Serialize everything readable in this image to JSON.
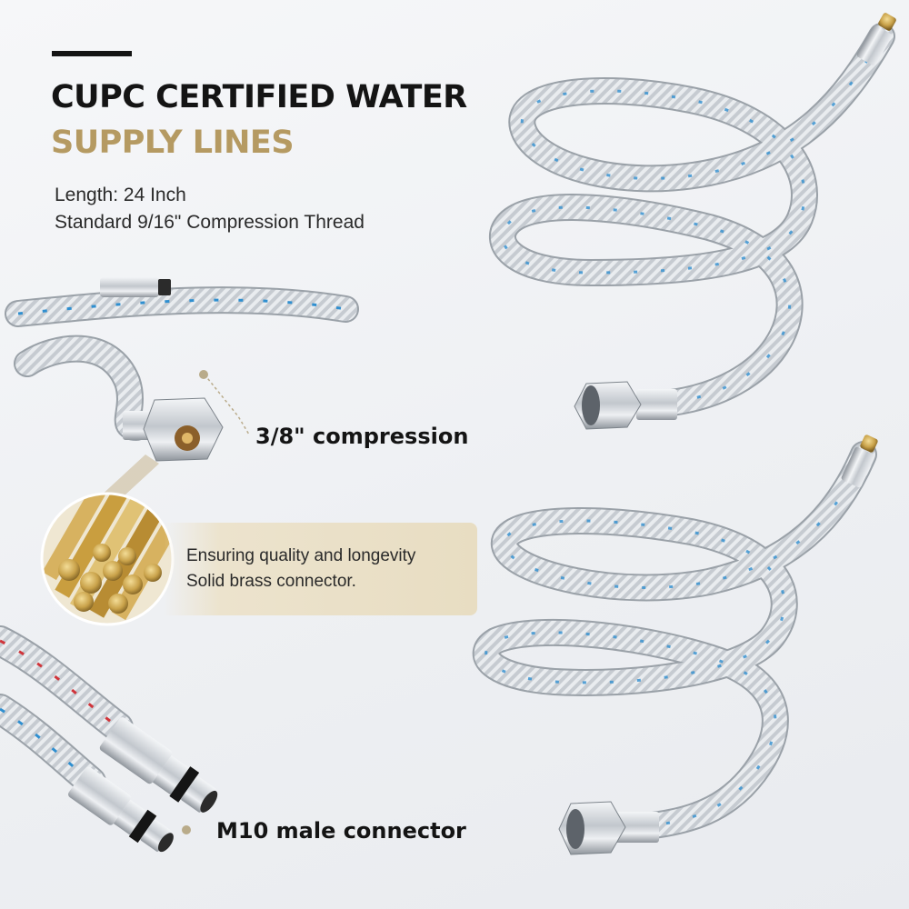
{
  "headline": {
    "line1": "CUPC CERTIFIED WATER",
    "line2": "SUPPLY LINES",
    "accent_color": "#b59a62"
  },
  "specs": {
    "length": "Length: 24 Inch",
    "thread": "Standard 9/16\" Compression Thread"
  },
  "callouts": {
    "compression": "3/8\" compression",
    "m10": "M10 male connector"
  },
  "brass_note": {
    "line1": "Ensuring quality and longevity",
    "line2": "Solid brass connector."
  },
  "colors": {
    "text": "#141414",
    "braid_accent_blue": "#2f8fd0",
    "braid_accent_red": "#d0343a",
    "brass": "#c9a24a",
    "chrome": "#cfd3d8",
    "banner": "#ece3cd"
  }
}
